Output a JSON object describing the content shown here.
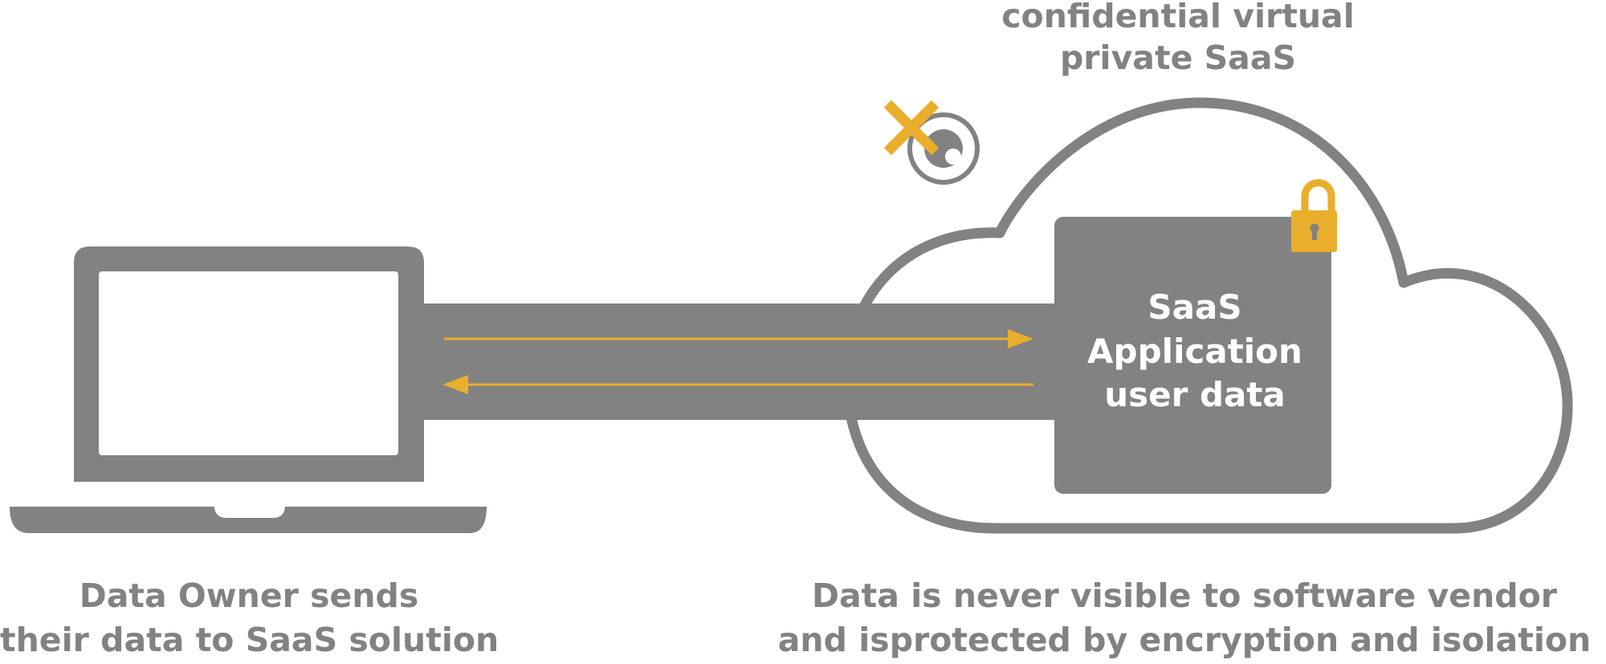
{
  "cloud_title": {
    "line1": "confidential virtual",
    "line2": "private SaaS"
  },
  "app_box": {
    "line1": "SaaS",
    "line2": "Application",
    "line3": "user data"
  },
  "captions": {
    "owner": {
      "line1": "Data Owner sends",
      "line2": "their data to SaaS solution"
    },
    "vendor": {
      "line1": "Data is never visible to software vendor",
      "line2": "and isprotected by encryption and isolation"
    }
  },
  "icons": {
    "laptop": "laptop-icon",
    "cloud": "cloud-icon",
    "padlock": "padlock-icon",
    "blocked_eye": "blocked-eye-icon",
    "arrow_right": "arrow-right-icon",
    "arrow_left": "arrow-left-icon"
  },
  "colors": {
    "gray": "#828282",
    "accent": "#E9AE2B",
    "background": "#FFFFFF"
  }
}
